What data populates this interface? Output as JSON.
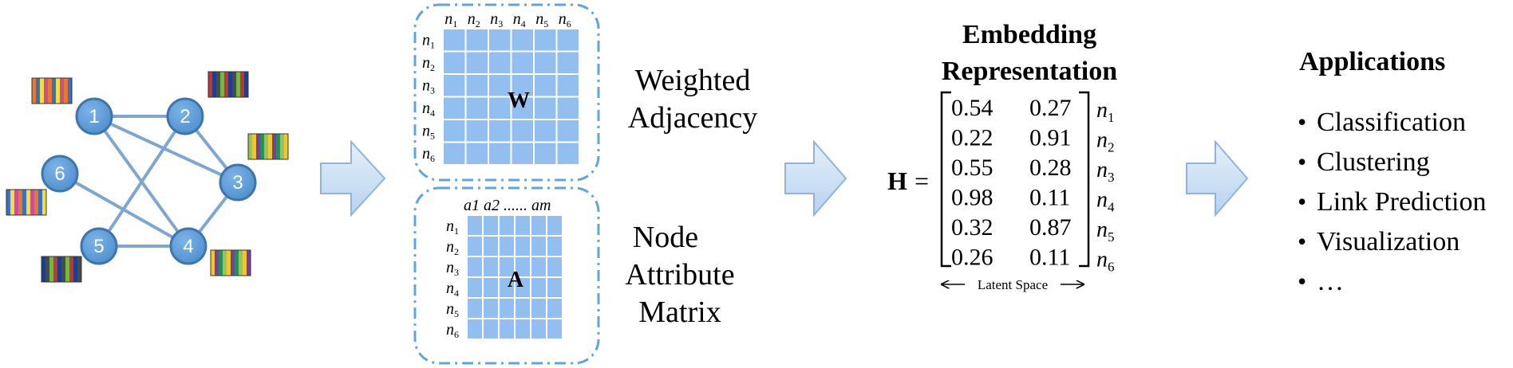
{
  "colors": {
    "node_fill": "#5b9bd5",
    "node_stroke": "#3e75ad",
    "edge": "#7ea6d2",
    "matrix_fill": "#93bff0",
    "dashed_border": "#5fa4dc",
    "arrow_fill_top": "#e6f0fb",
    "arrow_fill_bottom": "#b8d2ee",
    "arrow_stroke": "#8fb4dc",
    "text": "#000000"
  },
  "graph": {
    "nodes": [
      {
        "id": "1",
        "label": "1"
      },
      {
        "id": "2",
        "label": "2"
      },
      {
        "id": "3",
        "label": "3"
      },
      {
        "id": "4",
        "label": "4"
      },
      {
        "id": "5",
        "label": "5"
      },
      {
        "id": "6",
        "label": "6"
      }
    ],
    "edges": [
      [
        "1",
        "2"
      ],
      [
        "1",
        "3"
      ],
      [
        "1",
        "4"
      ],
      [
        "2",
        "3"
      ],
      [
        "2",
        "5"
      ],
      [
        "3",
        "4"
      ],
      [
        "4",
        "5"
      ],
      [
        "4",
        "6"
      ]
    ],
    "attribute_palette": [
      "#e8782c",
      "#f2c532",
      "#74b745",
      "#3a6fc4",
      "#7d3d9b",
      "#c33434",
      "#f0e03c",
      "#2b8c5a",
      "#1d3f8f",
      "#cc4f96",
      "#93c65a",
      "#4a4a4a"
    ]
  },
  "matrix_w": {
    "columns": [
      "n1",
      "n2",
      "n3",
      "n4",
      "n5",
      "n6"
    ],
    "rows": [
      "n1",
      "n2",
      "n3",
      "n4",
      "n5",
      "n6"
    ],
    "center_label": "W",
    "caption": [
      "Weighted",
      "Adjacency"
    ]
  },
  "matrix_a": {
    "columns_text": "a1 a2 ...... am",
    "rows": [
      "n1",
      "n2",
      "n3",
      "n4",
      "n5",
      "n6"
    ],
    "center_label": "A",
    "caption": [
      "Node",
      "Attribute",
      "Matrix"
    ]
  },
  "embedding": {
    "title": [
      "Embedding",
      "Representation"
    ],
    "lhs": "H",
    "rows": [
      {
        "v1": "0.54",
        "v2": "0.27",
        "node": "n1"
      },
      {
        "v1": "0.22",
        "v2": "0.91",
        "node": "n2"
      },
      {
        "v1": "0.55",
        "v2": "0.28",
        "node": "n3"
      },
      {
        "v1": "0.98",
        "v2": "0.11",
        "node": "n4"
      },
      {
        "v1": "0.32",
        "v2": "0.87",
        "node": "n5"
      },
      {
        "v1": "0.26",
        "v2": "0.11",
        "node": "n6"
      }
    ],
    "axis_label": "Latent Space"
  },
  "applications": {
    "title": "Applications",
    "items": [
      "Classification",
      "Clustering",
      "Link Prediction",
      "Visualization",
      "…"
    ],
    "bullet": "•"
  }
}
